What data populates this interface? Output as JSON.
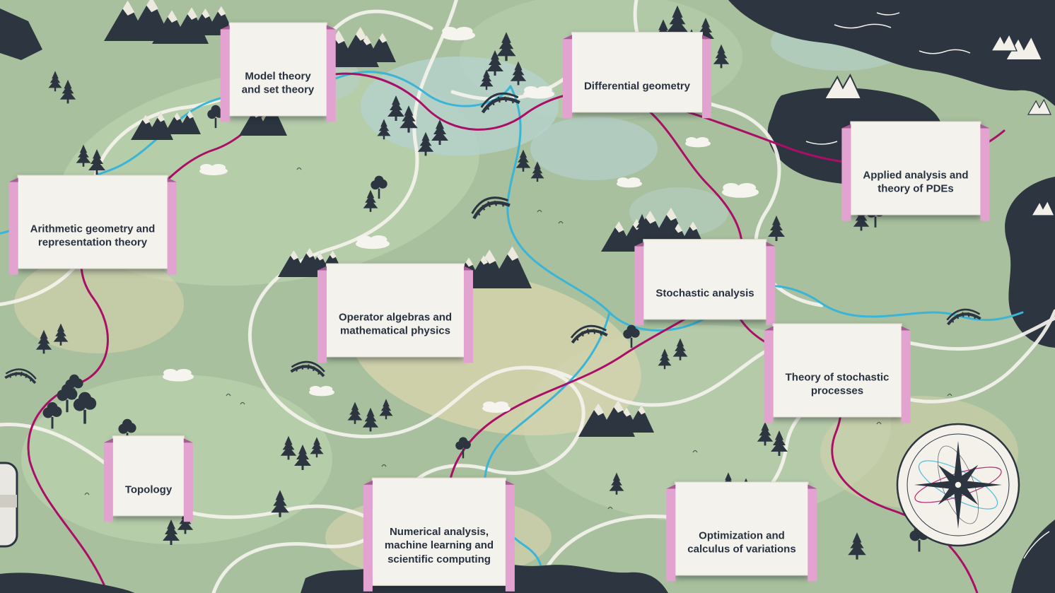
{
  "labels": [
    {
      "id": "model-theory",
      "text": "Model theory\nand set theory"
    },
    {
      "id": "differential-geometry",
      "text": "Differential geometry"
    },
    {
      "id": "applied-analysis-pdes",
      "text": "Applied analysis and\ntheory of PDEs"
    },
    {
      "id": "arithmetic-geometry",
      "text": "Arithmetic geometry and\nrepresentation theory"
    },
    {
      "id": "stochastic-analysis",
      "text": "Stochastic analysis"
    },
    {
      "id": "operator-algebras",
      "text": "Operator algebras and\nmathematical physics"
    },
    {
      "id": "stochastic-processes",
      "text": "Theory of stochastic\nprocesses"
    },
    {
      "id": "topology",
      "text": "Topology"
    },
    {
      "id": "numerical-analysis",
      "text": "Numerical analysis,\nmachine learning and\nscientific computing"
    },
    {
      "id": "optimization",
      "text": "Optimization and\ncalculus of variations"
    }
  ],
  "compass": {
    "name": "compass-rose"
  },
  "colors": {
    "base_green": "#a8c09d",
    "light_green": "#b9cfad",
    "beige": "#d7d3ae",
    "water_teal": "#b5d2cd",
    "ink_dark": "#2c3540",
    "trail_white": "#f5f3ed",
    "trail_cyan": "#3ab5d8",
    "trail_magenta": "#ab0e66",
    "banner_bg": "#f4f2ec",
    "banner_text": "#273140",
    "ribbon_pink": "#e2a3d0",
    "ribbon_fold": "#a85b96"
  }
}
